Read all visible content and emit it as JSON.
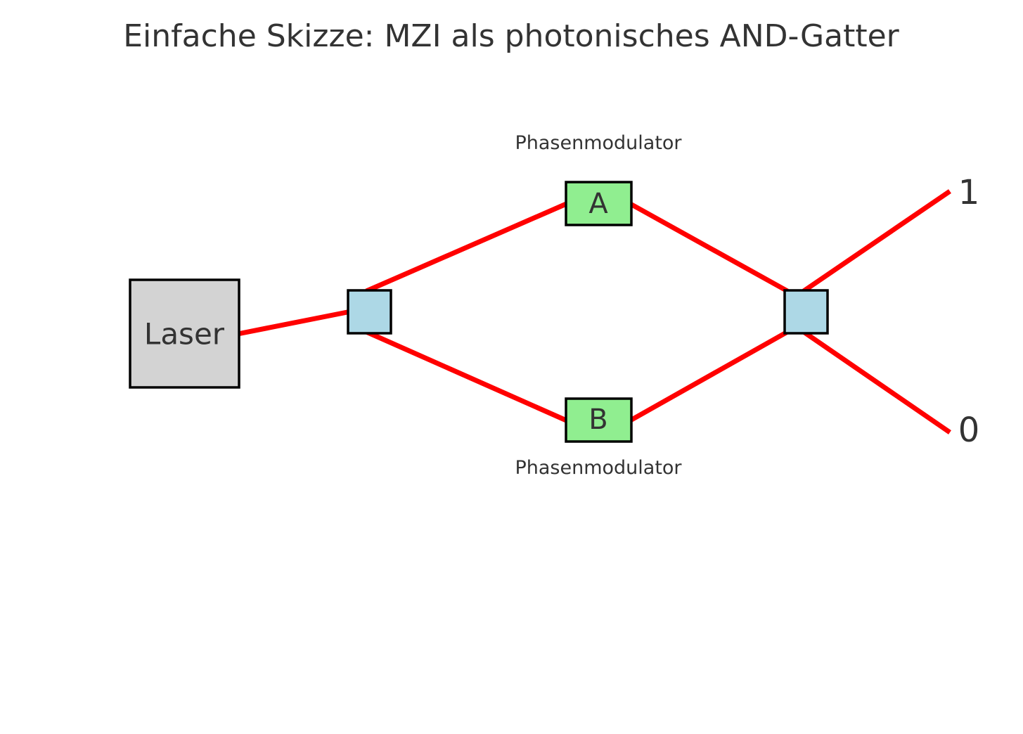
{
  "title": "Einfache Skizze: MZI als photonisches AND-Gatter",
  "laser": {
    "label": "Laser",
    "color": "#d3d3d3"
  },
  "splitter": {
    "color": "#add8e6"
  },
  "combiner": {
    "color": "#add8e6"
  },
  "modulator_a": {
    "label": "A",
    "caption": "Phasenmodulator",
    "color": "#90ee90"
  },
  "modulator_b": {
    "label": "B",
    "caption": "Phasenmodulator",
    "color": "#90ee90"
  },
  "outputs": {
    "upper_label": "1",
    "lower_label": "0"
  },
  "beam_color": "#ff0000"
}
